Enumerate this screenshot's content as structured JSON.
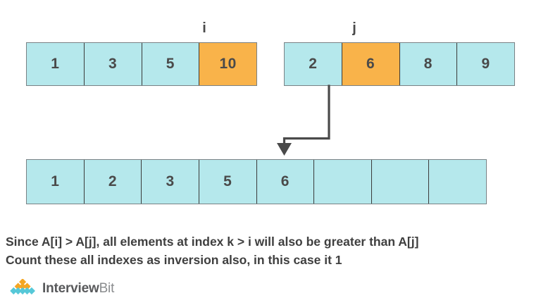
{
  "figure": {
    "title_alt": "Merge step illustrating inversion counting",
    "colors": {
      "cell_fill": "#b5e8ec",
      "cell_highlight": "#f9b34a",
      "cell_border": "#3a3a3a",
      "outer_border": "#7a8285",
      "text": "#4a4a4a",
      "arrow": "#4a4a4a"
    }
  },
  "pointers": {
    "i_label": "i",
    "j_label": "j"
  },
  "arrays": {
    "left": {
      "name": "left-subarray",
      "cells": [
        {
          "value": "1",
          "highlight": false
        },
        {
          "value": "3",
          "highlight": false
        },
        {
          "value": "5",
          "highlight": false
        },
        {
          "value": "10",
          "highlight": true
        }
      ]
    },
    "right": {
      "name": "right-subarray",
      "cells": [
        {
          "value": "2",
          "highlight": false
        },
        {
          "value": "6",
          "highlight": true
        },
        {
          "value": "8",
          "highlight": false
        },
        {
          "value": "9",
          "highlight": false
        }
      ]
    },
    "merged": {
      "name": "merged-array",
      "cells": [
        {
          "value": "1",
          "highlight": false
        },
        {
          "value": "2",
          "highlight": false
        },
        {
          "value": "3",
          "highlight": false
        },
        {
          "value": "5",
          "highlight": false
        },
        {
          "value": "6",
          "highlight": false
        },
        {
          "value": "",
          "highlight": false
        },
        {
          "value": "",
          "highlight": false
        },
        {
          "value": "",
          "highlight": false
        }
      ]
    }
  },
  "caption": {
    "line1": "Since A[i] > A[j], all elements at index k > i will also be greater than A[j]",
    "line2": "Count these all indexes as inversion also, in this case it 1"
  },
  "logo": {
    "name": "interviewbit-logo",
    "text_bold": "Interview",
    "text_light": "Bit",
    "mark_colors": {
      "orange": "#f5a623",
      "teal": "#56c8d8"
    }
  }
}
